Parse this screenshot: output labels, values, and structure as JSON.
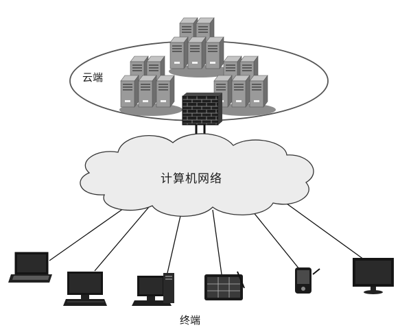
{
  "labels": {
    "cloud": "云端",
    "network": "计算机网络",
    "terminal": "终端"
  },
  "colors": {
    "server_face": "#9a9a9a",
    "server_top": "#c4c4c4",
    "server_side": "#6e6e6e",
    "shadow": "#8c8c8c",
    "firewall": "#1e1e1e",
    "device_dark": "#151515",
    "line": "#111111"
  },
  "icons": {
    "server_clusters": [
      "server-cluster-icon",
      "server-cluster-icon",
      "server-cluster-icon"
    ],
    "firewall": "firewall-icon",
    "cloud": "cloud-icon",
    "terminals": [
      "laptop-icon",
      "desktop-monitor-icon",
      "desktop-tower-icon",
      "tablet-icon",
      "pda-icon",
      "lcd-monitor-icon"
    ]
  }
}
